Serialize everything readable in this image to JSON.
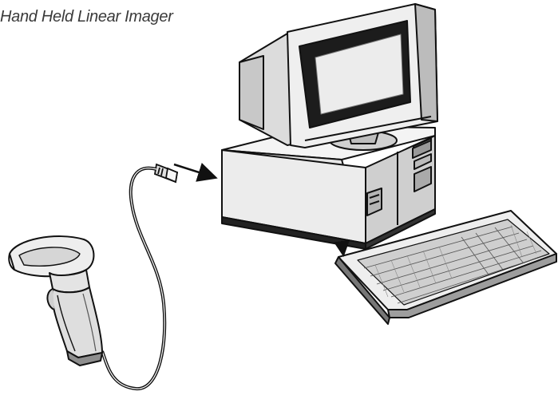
{
  "title": "Hand Held Linear Imager",
  "components": [
    {
      "name": "computer-monitor",
      "icon": "monitor-icon"
    },
    {
      "name": "computer-base-unit",
      "icon": "desktop-computer-icon"
    },
    {
      "name": "keyboard",
      "icon": "keyboard-icon"
    },
    {
      "name": "barcode-scanner",
      "icon": "handheld-scanner-icon"
    },
    {
      "name": "scanner-cable",
      "icon": "cable-icon"
    },
    {
      "name": "cable-connector",
      "icon": "plug-icon"
    }
  ],
  "arrows": [
    {
      "name": "connector-to-computer-arrow",
      "icon": "arrow-icon"
    },
    {
      "name": "keyboard-connection-arrow",
      "icon": "arrow-icon"
    }
  ],
  "colors": {
    "line": "#111111",
    "light_fill": "#efefef",
    "mid_fill": "#d9d9d9",
    "dark_fill": "#9a9a9a",
    "screen": "#1c1c1c"
  }
}
